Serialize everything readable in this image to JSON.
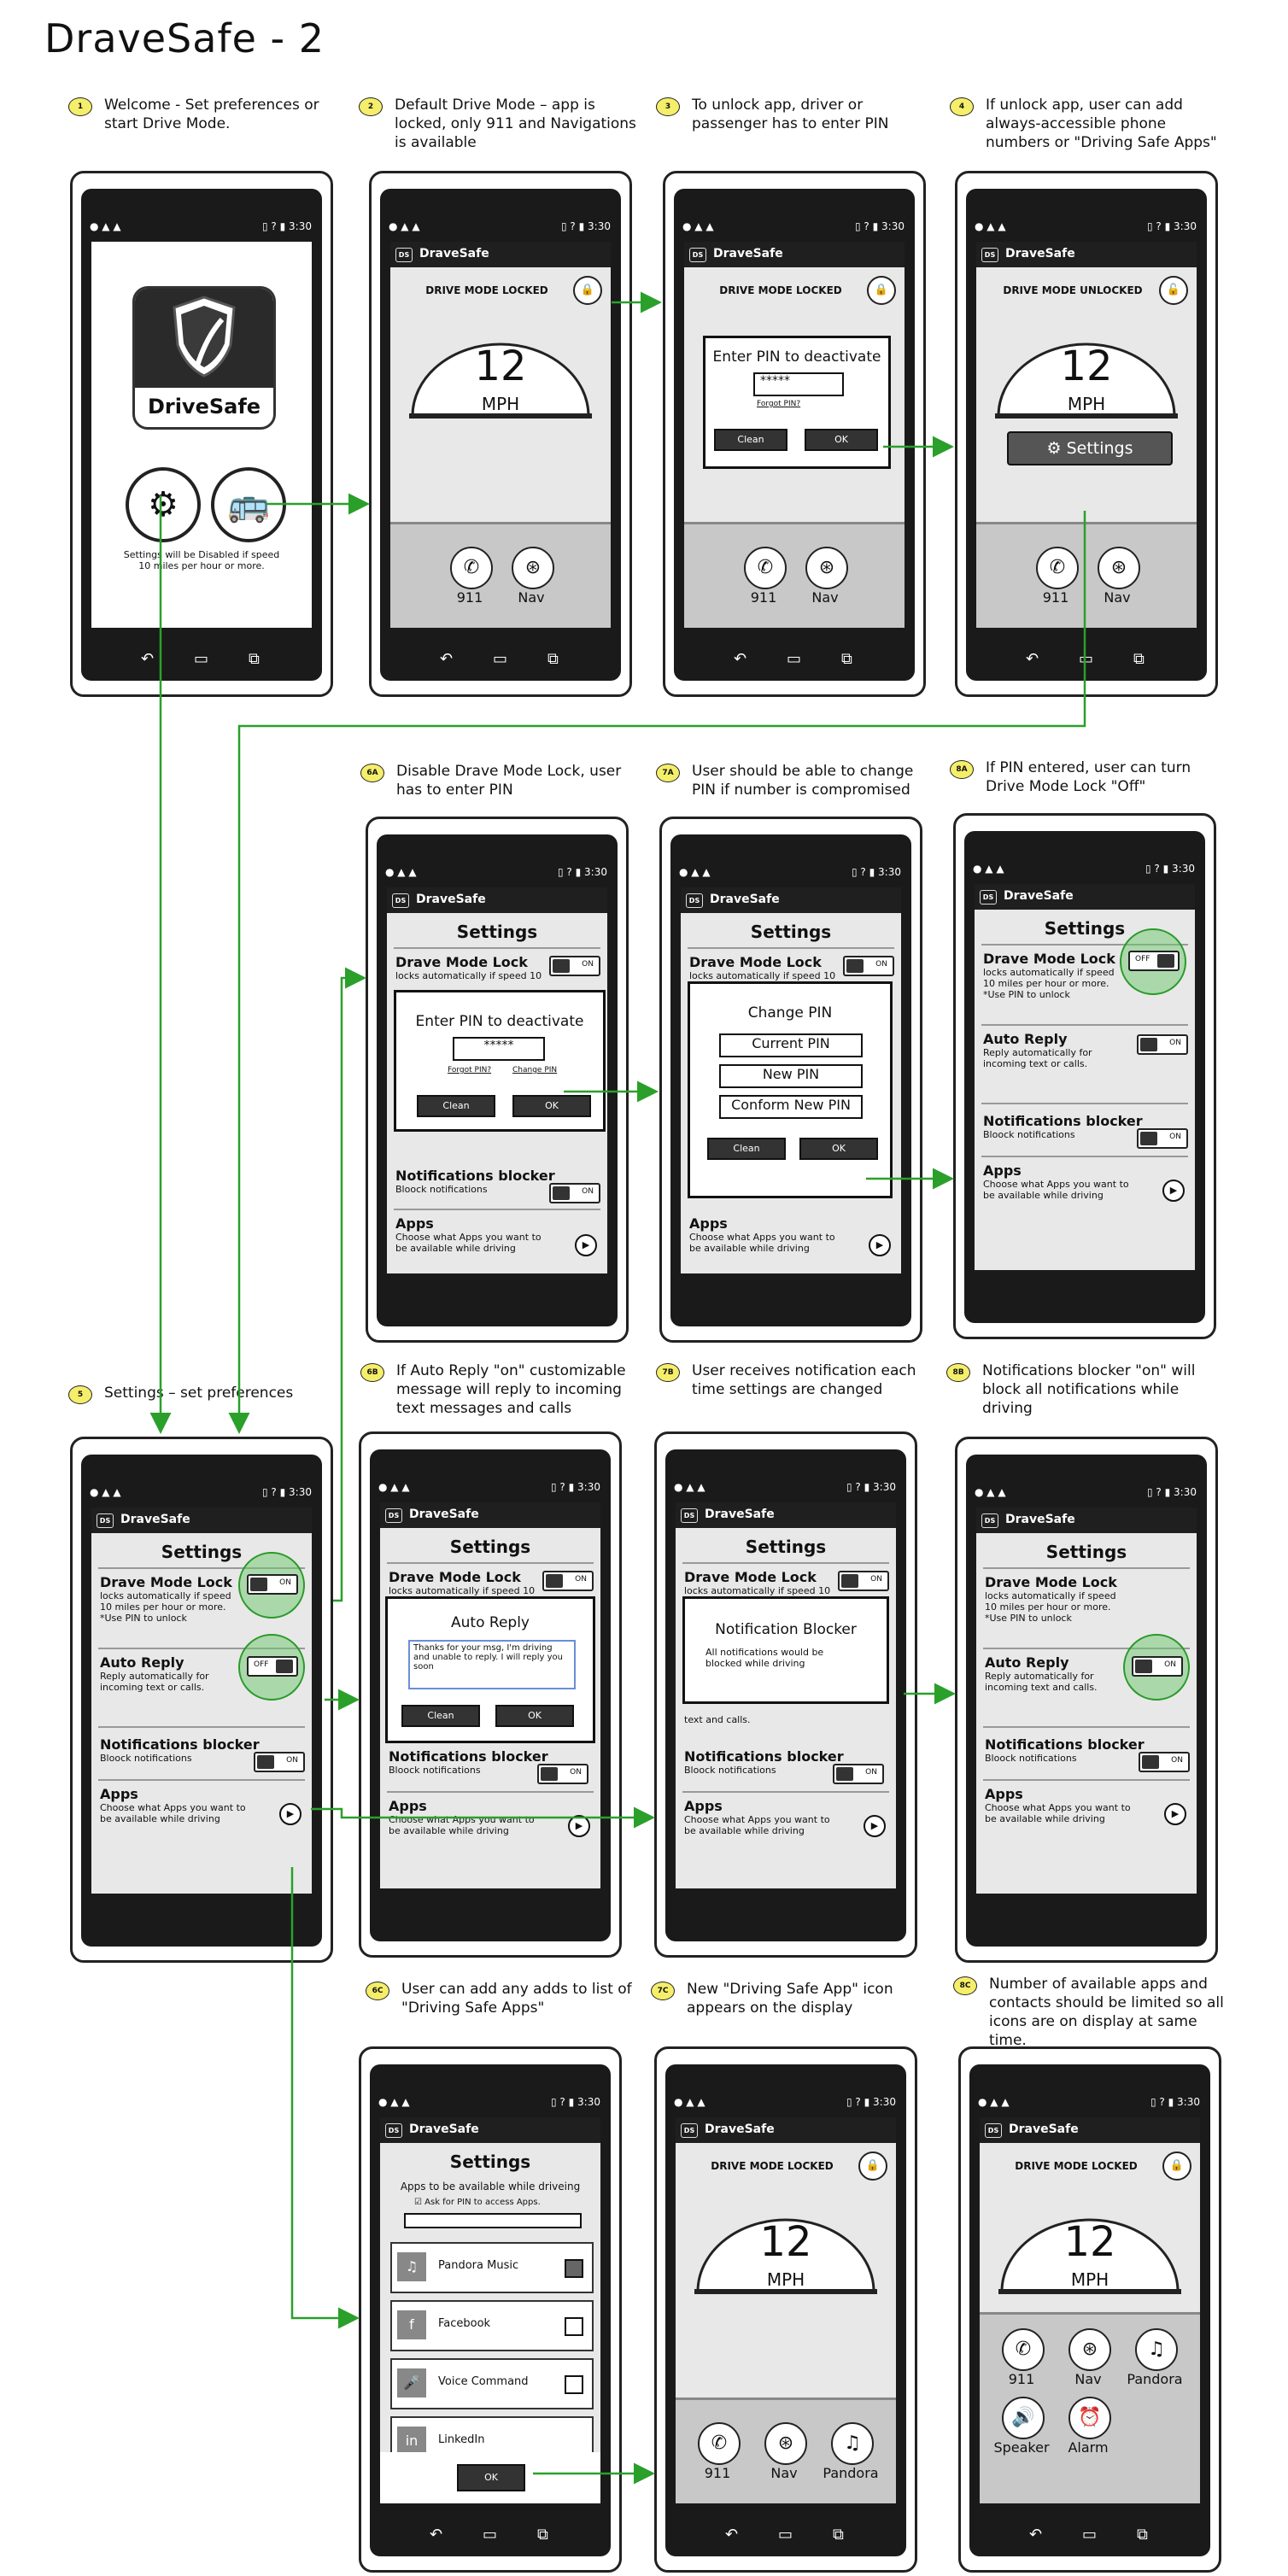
{
  "title": "DraveSafe - 2",
  "colors": {
    "arrow": "#2aa02a",
    "highlight": "#6ec86e",
    "badge": "#f5ee6a"
  },
  "status_time": "3:30",
  "app_name": "DraveSafe",
  "steps": {
    "s1": {
      "num": "1",
      "text": "Welcome - Set preferences or start Drive Mode."
    },
    "s2": {
      "num": "2",
      "text": "Default Drive Mode – app is locked, only 911 and Navigations is available"
    },
    "s3": {
      "num": "3",
      "text": "To unlock app, driver or passenger has to enter PIN"
    },
    "s4": {
      "num": "4",
      "text": "If unlock app, user can add always-accessible phone numbers or \"Driving Safe Apps\""
    },
    "s5": {
      "num": "5",
      "text": "Settings – set preferences"
    },
    "s6a": {
      "num": "6A",
      "text": "Disable Drave Mode Lock, user has to enter PIN"
    },
    "s7a": {
      "num": "7A",
      "text": "User should be able to change PIN if number is compromised"
    },
    "s8a": {
      "num": "8A",
      "text": "If PIN entered, user can turn Drive Mode Lock \"Off\""
    },
    "s6b": {
      "num": "6B",
      "text": "If Auto Reply \"on\" customizable message will reply to incoming text messages and calls"
    },
    "s7b": {
      "num": "7B",
      "text": "User receives notification each time settings are changed"
    },
    "s8b": {
      "num": "8B",
      "text": "Notifications blocker \"on\" will block all notifications while driving"
    },
    "s6c": {
      "num": "6C",
      "text": "User can add any adds to list of \"Driving Safe Apps\""
    },
    "s7c": {
      "num": "7C",
      "text": "New \"Driving Safe App\" icon appears on the display"
    },
    "s8c": {
      "num": "8C",
      "text": "Number of available apps and contacts should be limited so all icons are on display at same time."
    }
  },
  "welcome": {
    "logo_text": "DriveSafe",
    "note": "Settings will be Disabled if speed 10 miles per hour or more."
  },
  "drive": {
    "locked": "DRIVE MODE LOCKED",
    "unlocked": "DRIVE MODE UNLOCKED",
    "speed": "12",
    "unit": "MPH",
    "call": "911",
    "nav": "Nav",
    "pandora": "Pandora",
    "speaker": "Speaker",
    "alarm": "Alarm",
    "settings_btn": "Settings"
  },
  "pin": {
    "title": "Enter PIN to deactivate",
    "value": "*****",
    "forgot": "Forgot PIN?",
    "change": "Change PIN",
    "clean": "Clean",
    "ok": "OK"
  },
  "change_pin": {
    "title": "Change PIN",
    "current": "Current PIN",
    "new": "New PIN",
    "confirm": "Conform New PIN"
  },
  "settings": {
    "title": "Settings",
    "lock_h": "Drave Mode Lock",
    "lock_h2": "Drave Mode Lock",
    "lock_d": "locks automatically if speed 10",
    "lock_d_full": "locks automatically if speed 10 miles per hour or more.",
    "lock_d2": "*Use PIN to unlock",
    "reply_h": "Auto Reply",
    "reply_d": "Reply automatically for incoming text or calls.",
    "reply_d2": "Reply automatically for incoming text and calls.",
    "block_h": "Notifications blocker",
    "block_d": "Bloock notifications",
    "apps_h": "Apps",
    "apps_d": "Choose what Apps you want to be available while driving",
    "on": "ON",
    "off": "OFF"
  },
  "auto_reply": {
    "title": "Auto Reply",
    "msg": "Thanks for your msg, I'm driving and unable to reply. I will reply you soon"
  },
  "notif": {
    "title": "Notification Blocker",
    "msg": "All notifications would be blocked while driving",
    "bleed": "text and calls."
  },
  "apps": {
    "header": "Apps to be available while driveing",
    "pin_opt": "Ask for PIN to access Apps.",
    "items": [
      "Pandora Music",
      "Facebook",
      "Voice Command",
      "LinkedIn"
    ],
    "ok": "OK"
  }
}
